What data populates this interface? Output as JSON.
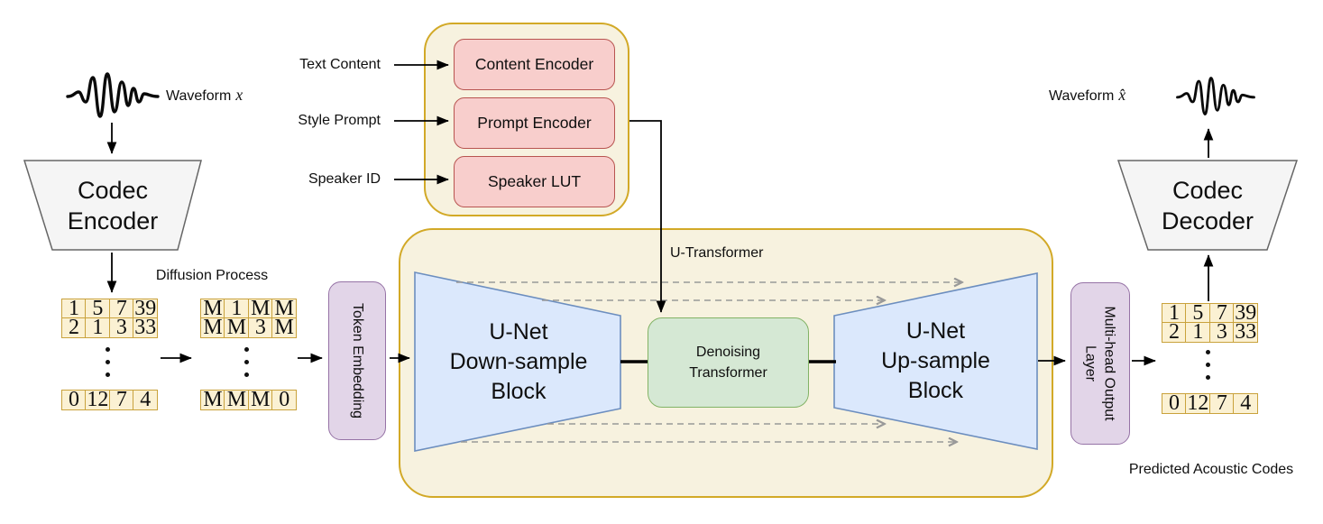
{
  "labels": {
    "waveform_in": "Waveform",
    "waveform_in_var": "x",
    "waveform_out": "Waveform",
    "waveform_out_var": "x̂",
    "text_content": "Text Content",
    "style_prompt": "Style Prompt",
    "speaker_id": "Speaker ID",
    "diffusion_process": "Diffusion Process",
    "u_transformer": "U-Transformer",
    "predicted_acoustic_codes": "Predicted Acoustic Codes"
  },
  "blocks": {
    "codec_encoder": {
      "lines": [
        "Codec",
        "Encoder"
      ]
    },
    "codec_decoder": {
      "lines": [
        "Codec",
        "Decoder"
      ]
    },
    "content_encoder": {
      "label": "Content Encoder"
    },
    "prompt_encoder": {
      "label": "Prompt Encoder"
    },
    "speaker_lut": {
      "label": "Speaker LUT"
    },
    "token_embedding": {
      "label": "Token Embedding"
    },
    "unet_downsample": {
      "lines": [
        "U-Net",
        "Down-sample",
        "Block"
      ]
    },
    "denoising_transformer": {
      "lines": [
        "Denoising",
        "Transformer"
      ]
    },
    "unet_upsample": {
      "lines": [
        "U-Net",
        "Up-sample",
        "Block"
      ]
    },
    "multihead_output": {
      "lines": [
        "Multi-head Output",
        "Layer"
      ]
    }
  },
  "grids": {
    "input_codes": {
      "rows": [
        [
          "1",
          "5",
          "7",
          "39"
        ],
        [
          "2",
          "1",
          "3",
          "33"
        ]
      ],
      "last_row": [
        "0",
        "12",
        "7",
        "4"
      ]
    },
    "masked_codes": {
      "rows": [
        [
          "M",
          "1",
          "M",
          "M"
        ],
        [
          "M",
          "M",
          "3",
          "M"
        ]
      ],
      "last_row": [
        "M",
        "M",
        "M",
        "0"
      ]
    },
    "predicted_codes": {
      "rows": [
        [
          "1",
          "5",
          "7",
          "39"
        ],
        [
          "2",
          "1",
          "3",
          "33"
        ]
      ],
      "last_row": [
        "0",
        "12",
        "7",
        "4"
      ]
    }
  },
  "icons": {
    "waveform_in_icon": "audio-waveform-burst",
    "waveform_out_icon": "audio-waveform-burst",
    "vertical_ellipsis": "⋮"
  },
  "colors": {
    "container_fill": "#F7F2DF",
    "container_border": "#D2A927",
    "cell_fill": "#FBF1D3",
    "cell_border": "#C9A23C",
    "encoder_fill": "#F8CECC",
    "encoder_border": "#B85450",
    "purple_fill": "#E2D5E8",
    "purple_border": "#9673A6",
    "blue_fill": "#DBE8FC",
    "blue_border": "#6C8EBF",
    "green_fill": "#D5E8D4",
    "green_border": "#82B366",
    "trapezoid_fill": "#F5F5F5",
    "trapezoid_border": "#666666",
    "skip_connection": "#999999",
    "arrow": "#000000"
  }
}
